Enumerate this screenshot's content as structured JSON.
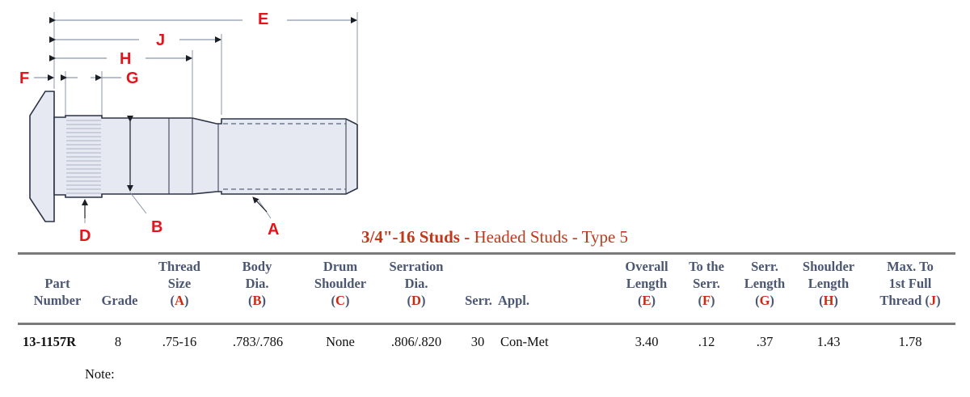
{
  "diagram": {
    "labels": {
      "E": "E",
      "J": "J",
      "H": "H",
      "F": "F",
      "G": "G",
      "D": "D",
      "B": "B",
      "A": "A"
    },
    "colors": {
      "label": "#e3141c",
      "outline": "#2c3346",
      "fill": "#e6e9f1",
      "dim_line": "#8c97ad"
    }
  },
  "title": {
    "bold_part": "3/4\"-16 Studs - ",
    "regular_part": "Headed Studs - Type 5",
    "color": "#c0391b"
  },
  "table": {
    "headers": [
      {
        "lines": [
          "Part",
          "Number"
        ],
        "letter": null
      },
      {
        "lines": [
          "Grade"
        ],
        "letter": null
      },
      {
        "lines": [
          "Thread",
          "Size"
        ],
        "letter": "A"
      },
      {
        "lines": [
          "Body",
          "Dia."
        ],
        "letter": "B"
      },
      {
        "lines": [
          "Drum",
          "Shoulder"
        ],
        "letter": "C"
      },
      {
        "lines": [
          "Serration",
          "Dia."
        ],
        "letter": "D"
      },
      {
        "lines": [
          "Serr."
        ],
        "letter": null
      },
      {
        "lines": [
          "Appl."
        ],
        "letter": null
      },
      {
        "lines": [
          "Overall",
          "Length"
        ],
        "letter": "E"
      },
      {
        "lines": [
          "To the",
          "Serr."
        ],
        "letter": "F"
      },
      {
        "lines": [
          "Serr.",
          "Length"
        ],
        "letter": "G"
      },
      {
        "lines": [
          "Shoulder",
          "Length"
        ],
        "letter": "H"
      },
      {
        "lines": [
          "Max. To",
          "1st Full",
          "Thread"
        ],
        "letter": "J"
      }
    ],
    "rows": [
      {
        "part_number": "13-1157R",
        "grade": "8",
        "thread_size": ".75-16",
        "body_dia": ".783/.786",
        "drum_shoulder": "None",
        "serration_dia": ".806/.820",
        "serr": "30",
        "appl": "Con-Met",
        "overall_length": "3.40",
        "to_the_serr": ".12",
        "serr_length": ".37",
        "shoulder_length": "1.43",
        "max_to_first_full_thread": "1.78"
      }
    ],
    "note_label": "Note:"
  }
}
